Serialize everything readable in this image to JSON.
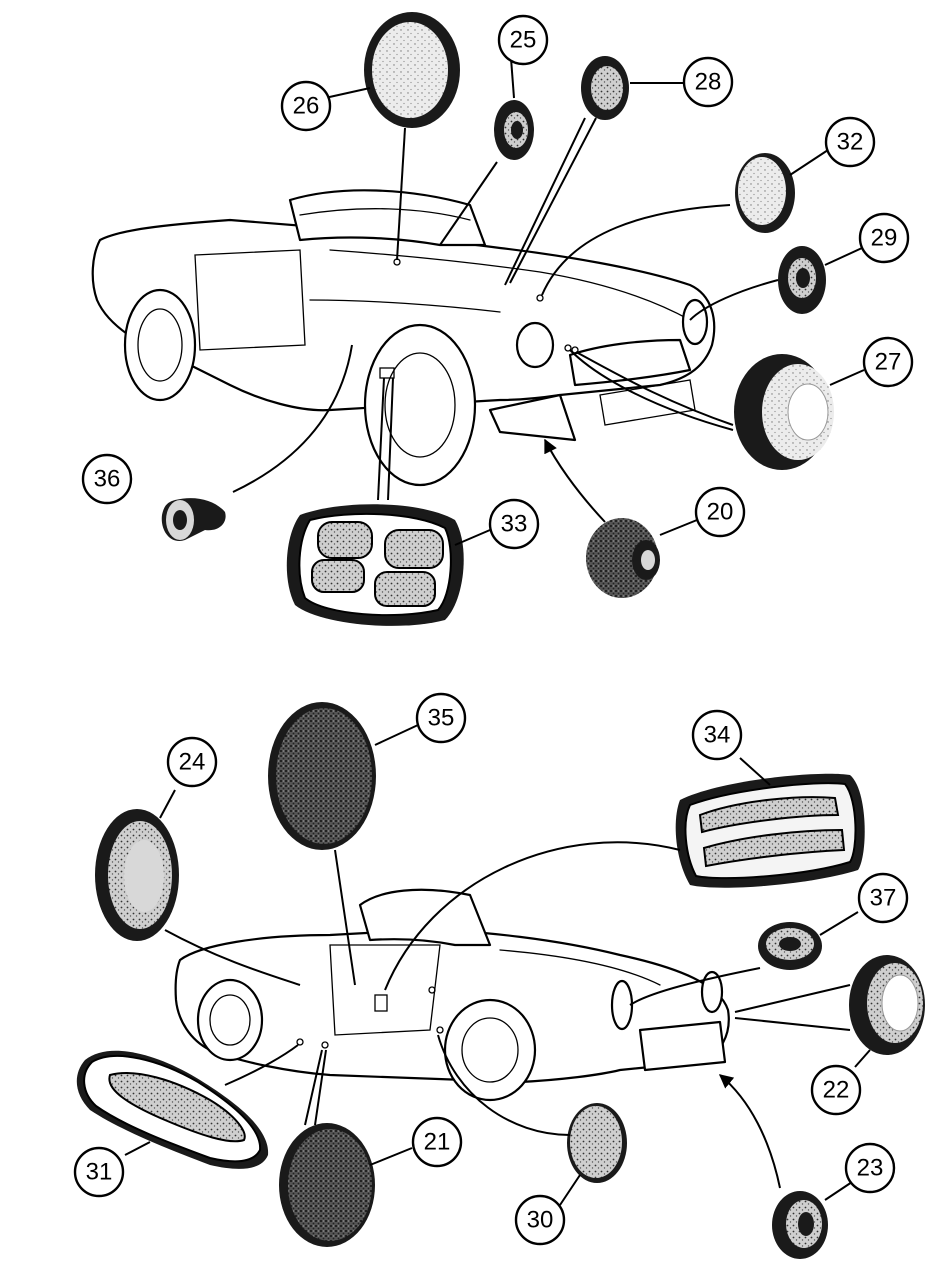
{
  "callouts": [
    {
      "id": "26",
      "label": "26"
    },
    {
      "id": "25",
      "label": "25"
    },
    {
      "id": "28",
      "label": "28"
    },
    {
      "id": "32",
      "label": "32"
    },
    {
      "id": "29",
      "label": "29"
    },
    {
      "id": "27",
      "label": "27"
    },
    {
      "id": "36",
      "label": "36"
    },
    {
      "id": "33",
      "label": "33"
    },
    {
      "id": "20",
      "label": "20"
    },
    {
      "id": "35",
      "label": "35"
    },
    {
      "id": "24",
      "label": "24"
    },
    {
      "id": "34",
      "label": "34"
    },
    {
      "id": "37",
      "label": "37"
    },
    {
      "id": "22",
      "label": "22"
    },
    {
      "id": "31",
      "label": "31"
    },
    {
      "id": "21",
      "label": "21"
    },
    {
      "id": "30",
      "label": "30"
    },
    {
      "id": "23",
      "label": "23"
    }
  ],
  "colors": {
    "ink": "#000000",
    "paper": "#ffffff",
    "shade": "#6a6a6a"
  }
}
